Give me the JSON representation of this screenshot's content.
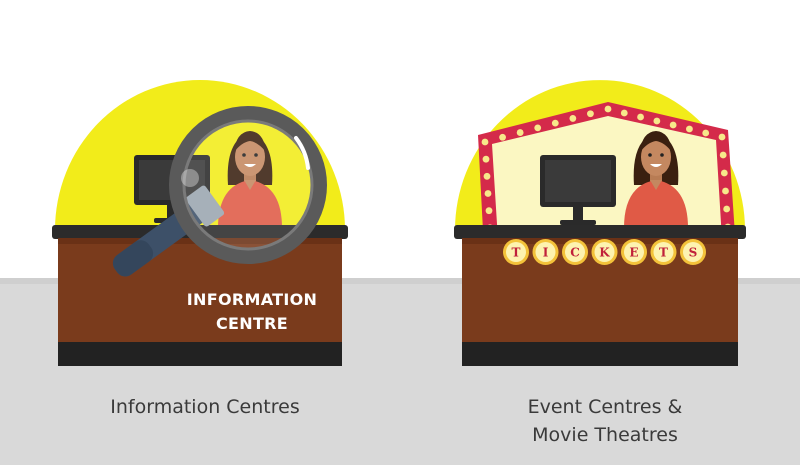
{
  "panels": [
    {
      "desk_sign_line1": "INFORMATION",
      "desk_sign_line2": "CENTRE",
      "caption_line1": "Information Centres"
    },
    {
      "marquee_letters": [
        "T",
        "I",
        "C",
        "K",
        "E",
        "T",
        "S"
      ],
      "caption_line1": "Event Centres &",
      "caption_line2": "Movie Theatres"
    }
  ],
  "colors": {
    "sun": "#f2ec1a",
    "floor": "#dcdcdc",
    "desk": "#7a3b1c",
    "desk_top": "#2b2b2b",
    "desk_base": "#222222",
    "marquee": "#d42a4a",
    "bulb": "#f7e88a",
    "shirt": "#e05a46",
    "hair": "#3a2010",
    "skin": "#c48860",
    "lens_ring": "#5a5a5a",
    "handle": "#3d5068"
  },
  "icons": [
    "magnifying-glass-icon",
    "computer-monitor-icon",
    "receptionist-figure",
    "marquee-sign-icon"
  ]
}
